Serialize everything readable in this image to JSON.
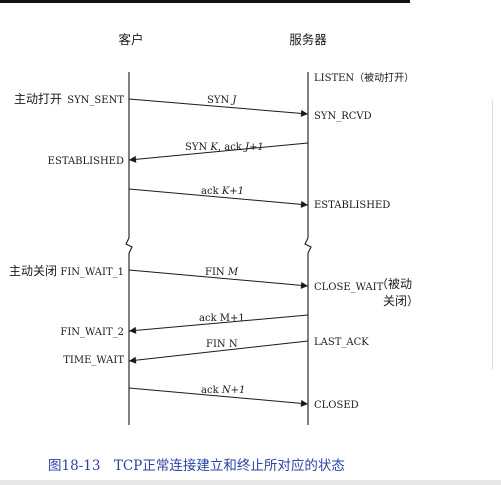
{
  "columns": {
    "client": "客户",
    "server": "服务器"
  },
  "client_states": {
    "syn_sent": "SYN_SENT",
    "established": "ESTABLISHED",
    "fin_wait_1": "FIN_WAIT_1",
    "fin_wait_2": "FIN_WAIT_2",
    "time_wait": "TIME_WAIT"
  },
  "client_notes": {
    "active_open": "主动打开",
    "active_close": "主动关闭"
  },
  "server_states": {
    "listen": "LISTEN（被动打开）",
    "syn_rcvd": "SYN_RCVD",
    "established": "ESTABLISHED",
    "close_wait": "CLOSE_WAIT",
    "last_ack": "LAST_ACK",
    "closed": "CLOSED"
  },
  "server_notes": {
    "passive_close_1": "（被动",
    "passive_close_2": "关闭）"
  },
  "segments": {
    "syn": {
      "prefix": "SYN ",
      "seq": "J"
    },
    "syn_ack": {
      "prefix": "SYN ",
      "seq": "K",
      "mid": ", ack ",
      "ack": "J+1"
    },
    "ack1": {
      "prefix": "ack ",
      "ack": "K+1"
    },
    "fin_m": {
      "prefix": "FIN ",
      "seq": "M"
    },
    "ack_m": {
      "text": "ack M+1"
    },
    "fin_n": {
      "text": "FIN N"
    },
    "ack_n": {
      "prefix": "ack ",
      "ack": "N+1"
    }
  },
  "caption": "图18-13　TCP正常连接建立和终止所对应的状态",
  "colors": {
    "caption": "#2a43a6",
    "line": "#1a1a1a"
  }
}
